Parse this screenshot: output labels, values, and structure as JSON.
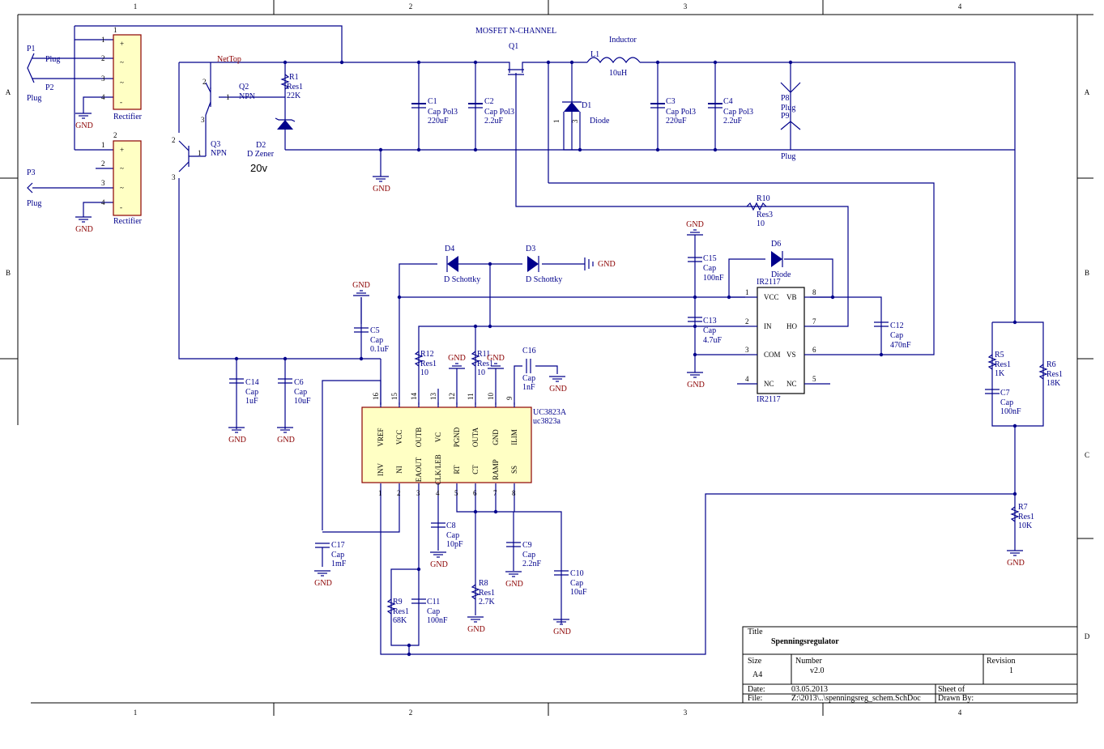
{
  "title_block": {
    "title_label": "Title",
    "title": "Spenningsregulator",
    "size_label": "Size",
    "size": "A4",
    "number_label": "Number",
    "number": "v2.0",
    "revision_label": "Revision",
    "revision": "1",
    "date_label": "Date:",
    "date": "03.05.2013",
    "file_label": "File:",
    "file": "Z:\\2013\\..\\spenningsreg_schem.SchDoc",
    "sheet_label": "Sheet    of",
    "drawn_label": "Drawn By:"
  },
  "border": {
    "columns": [
      "1",
      "2",
      "3",
      "4"
    ],
    "rows": [
      "A",
      "B",
      "C",
      "D"
    ]
  },
  "annotations": {
    "mosfet_label": "MOSFET N-CHANNEL",
    "inductor_label": "Inductor",
    "nettop": "NetTop",
    "zener_voltage": "20v"
  },
  "gnd": "GND",
  "components": {
    "P1": {
      "ref": "P1",
      "value": "Plug"
    },
    "P2": {
      "ref": "P2",
      "value": "Plug"
    },
    "P3": {
      "ref": "P3",
      "value": "Plug"
    },
    "P8": {
      "ref": "P8",
      "value": "Plug"
    },
    "P9": {
      "ref": "P9",
      "value": "Plug"
    },
    "U1": {
      "ref": "1",
      "value": "Rectifier",
      "pins": [
        "1",
        "2",
        "3",
        "4"
      ],
      "marks": [
        "+",
        "~",
        "~",
        "-"
      ]
    },
    "U2": {
      "ref": "2",
      "value": "Rectifier",
      "pins": [
        "1",
        "2",
        "3",
        "4"
      ],
      "marks": [
        "+",
        "~",
        "~",
        "-"
      ]
    },
    "Q1": {
      "ref": "Q1"
    },
    "Q2": {
      "ref": "Q2",
      "value": "NPN",
      "pins": [
        "2",
        "1",
        "3"
      ]
    },
    "Q3": {
      "ref": "Q3",
      "value": "NPN",
      "pins": [
        "2",
        "1",
        "3"
      ]
    },
    "R1": {
      "ref": "R1",
      "value": "Res1",
      "val2": "22K"
    },
    "D2": {
      "ref": "D2",
      "value": "D Zener"
    },
    "C1": {
      "ref": "C1",
      "value": "Cap Pol3",
      "val2": "220uF"
    },
    "C2": {
      "ref": "C2",
      "value": "Cap Pol3",
      "val2": "2.2uF"
    },
    "L1": {
      "ref": "L1",
      "value": "10uH"
    },
    "D1": {
      "ref": "D1",
      "value": "Diode",
      "pins": [
        "1",
        "3"
      ]
    },
    "C3": {
      "ref": "C3",
      "value": "Cap Pol3",
      "val2": "220uF"
    },
    "C4": {
      "ref": "C4",
      "value": "Cap Pol3",
      "val2": "2.2uF"
    },
    "R10": {
      "ref": "R10",
      "value": "Res3",
      "val2": "10"
    },
    "D4": {
      "ref": "D4",
      "value": "D Schottky"
    },
    "D3": {
      "ref": "D3",
      "value": "D Schottky"
    },
    "D6": {
      "ref": "D6",
      "value": "Diode"
    },
    "C15": {
      "ref": "C15",
      "value": "Cap",
      "val2": "100nF"
    },
    "C13": {
      "ref": "C13",
      "value": "Cap",
      "val2": "4.7uF"
    },
    "C12": {
      "ref": "C12",
      "value": "Cap",
      "val2": "470nF"
    },
    "C5": {
      "ref": "C5",
      "value": "Cap",
      "val2": "0.1uF"
    },
    "C14": {
      "ref": "C14",
      "value": "Cap",
      "val2": "1uF"
    },
    "C6": {
      "ref": "C6",
      "value": "Cap",
      "val2": "10uF"
    },
    "R12": {
      "ref": "R12",
      "value": "Res1",
      "val2": "10"
    },
    "R11": {
      "ref": "R11",
      "value": "Res1",
      "val2": "10"
    },
    "C16": {
      "ref": "C16",
      "value": "Cap",
      "val2": "1nF"
    },
    "C17": {
      "ref": "C17",
      "value": "Cap",
      "val2": "1mF"
    },
    "C8": {
      "ref": "C8",
      "value": "Cap",
      "val2": "10pF"
    },
    "C9": {
      "ref": "C9",
      "value": "Cap",
      "val2": "2.2nF"
    },
    "C10": {
      "ref": "C10",
      "value": "Cap",
      "val2": "10uF"
    },
    "C11": {
      "ref": "C11",
      "value": "Cap",
      "val2": "100nF"
    },
    "R8": {
      "ref": "R8",
      "value": "Res1",
      "val2": "2.7K"
    },
    "R9": {
      "ref": "R9",
      "value": "Res1",
      "val2": "68K"
    },
    "R5": {
      "ref": "R5",
      "value": "Res1",
      "val2": "1K"
    },
    "R6": {
      "ref": "R6",
      "value": "Res1",
      "val2": "18K"
    },
    "C7": {
      "ref": "C7",
      "value": "Cap",
      "val2": "100nF"
    },
    "R7": {
      "ref": "R7",
      "value": "Res1",
      "val2": "10K"
    }
  },
  "uc3823": {
    "ref": "UC3823A",
    "part": "uc3823a",
    "top_pins": [
      {
        "num": "16",
        "name": "VREF"
      },
      {
        "num": "15",
        "name": "VCC"
      },
      {
        "num": "14",
        "name": "OUTB"
      },
      {
        "num": "13",
        "name": "VC"
      },
      {
        "num": "12",
        "name": "PGND"
      },
      {
        "num": "11",
        "name": "OUTA"
      },
      {
        "num": "10",
        "name": "GND"
      },
      {
        "num": "9",
        "name": "ILIM"
      }
    ],
    "bottom_pins": [
      {
        "num": "1",
        "name": "INV"
      },
      {
        "num": "2",
        "name": "NI"
      },
      {
        "num": "3",
        "name": "EAOUT"
      },
      {
        "num": "4",
        "name": "CLK/LEB"
      },
      {
        "num": "5",
        "name": "RT"
      },
      {
        "num": "6",
        "name": "CT"
      },
      {
        "num": "7",
        "name": "RAMP"
      },
      {
        "num": "8",
        "name": "SS"
      }
    ]
  },
  "ir2117": {
    "ref": "IR2117",
    "part": "IR2117",
    "left_pins": [
      {
        "num": "1",
        "name": "VCC"
      },
      {
        "num": "2",
        "name": "IN"
      },
      {
        "num": "3",
        "name": "COM"
      },
      {
        "num": "4",
        "name": "NC"
      }
    ],
    "right_pins": [
      {
        "num": "8",
        "name": "VB"
      },
      {
        "num": "7",
        "name": "HO"
      },
      {
        "num": "6",
        "name": "VS"
      },
      {
        "num": "5",
        "name": "NC"
      }
    ]
  }
}
